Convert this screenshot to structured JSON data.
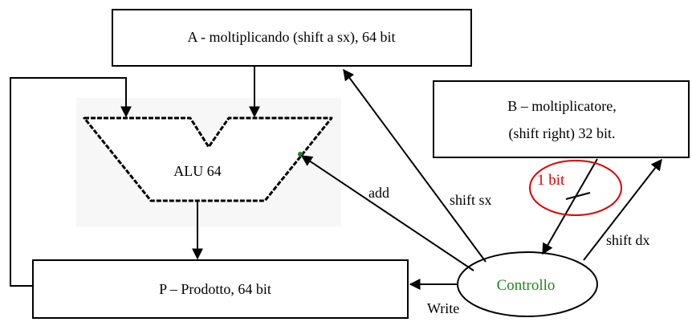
{
  "boxes": {
    "a": "A - moltiplicando (shift a sx), 64 bit",
    "b_line1": "B – moltiplicatore,",
    "b_line2": "(shift right) 32 bit.",
    "p": "P – Prodotto, 64 bit"
  },
  "alu": {
    "label": "ALU 64"
  },
  "control": {
    "label": "Controllo"
  },
  "signals": {
    "add": "add",
    "shift_sx": "shift sx",
    "shift_dx": "shift dx",
    "write": "Write",
    "one_bit": "1 bit"
  },
  "colors": {
    "control_text": "#1a8a1a",
    "highlight": "#e00000",
    "stroke": "#000000"
  }
}
